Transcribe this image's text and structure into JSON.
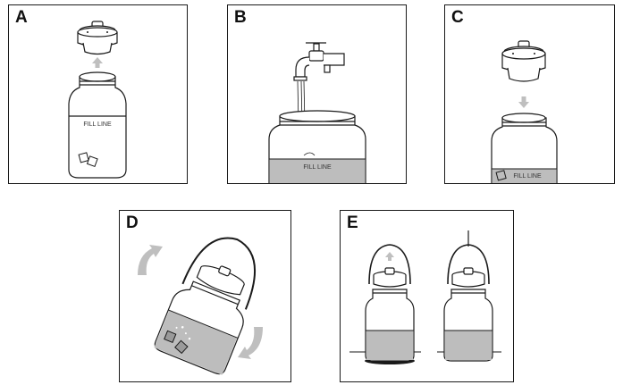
{
  "panels": {
    "a": {
      "label": "A",
      "fill_line": "FILL LINE"
    },
    "b": {
      "label": "B",
      "fill_line": "FILL LINE"
    },
    "c": {
      "label": "C",
      "fill_line": "FILL LINE"
    },
    "d": {
      "label": "D"
    },
    "e": {
      "label": "E"
    }
  },
  "colors": {
    "outline": "#1a1a1a",
    "water": "#bdbdbd",
    "arrow": "#bfbfbf",
    "shadow": "#1a1a1a"
  }
}
